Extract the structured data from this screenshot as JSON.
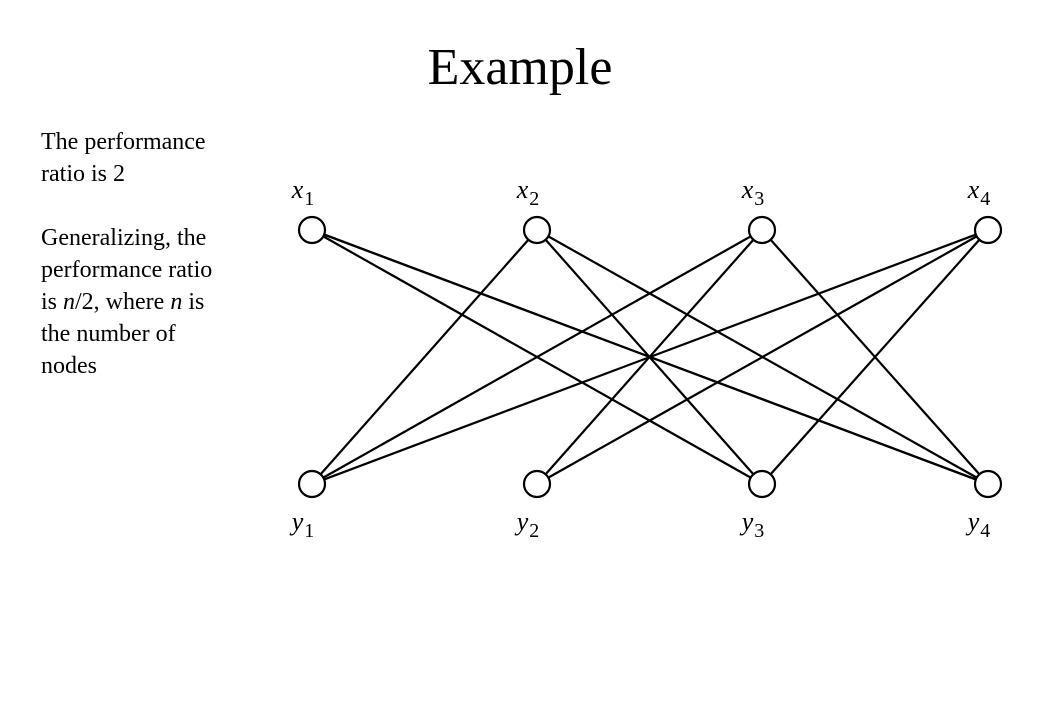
{
  "slide": {
    "title": "Example",
    "text_lines_1": [
      "The performance",
      "ratio is 2"
    ],
    "text_lines_2": [
      {
        "parts": [
          {
            "t": "Generalizing, the",
            "i": false
          }
        ]
      },
      {
        "parts": [
          {
            "t": "performance ratio",
            "i": false
          }
        ]
      },
      {
        "parts": [
          {
            "t": "is ",
            "i": false
          },
          {
            "t": "n",
            "i": true
          },
          {
            "t": "/2, where ",
            "i": false
          },
          {
            "t": "n",
            "i": true
          },
          {
            "t": " is",
            "i": false
          }
        ]
      },
      {
        "parts": [
          {
            "t": "the number of",
            "i": false
          }
        ]
      },
      {
        "parts": [
          {
            "t": "nodes",
            "i": false
          }
        ]
      }
    ]
  },
  "graph": {
    "top_nodes": [
      {
        "id": "x1",
        "var": "x",
        "sub": "1"
      },
      {
        "id": "x2",
        "var": "x",
        "sub": "2"
      },
      {
        "id": "x3",
        "var": "x",
        "sub": "3"
      },
      {
        "id": "x4",
        "var": "x",
        "sub": "4"
      }
    ],
    "bottom_nodes": [
      {
        "id": "y1",
        "var": "y",
        "sub": "1"
      },
      {
        "id": "y2",
        "var": "y",
        "sub": "2"
      },
      {
        "id": "y3",
        "var": "y",
        "sub": "3"
      },
      {
        "id": "y4",
        "var": "y",
        "sub": "4"
      }
    ],
    "edges": [
      [
        "x1",
        "y3"
      ],
      [
        "x1",
        "y4"
      ],
      [
        "x1",
        "y4"
      ],
      [
        "x2",
        "y1"
      ],
      [
        "x2",
        "y3"
      ],
      [
        "x2",
        "y4"
      ],
      [
        "x3",
        "y1"
      ],
      [
        "x3",
        "y2"
      ],
      [
        "x3",
        "y4"
      ],
      [
        "x4",
        "y1"
      ],
      [
        "x4",
        "y2"
      ],
      [
        "x4",
        "y3"
      ]
    ]
  }
}
